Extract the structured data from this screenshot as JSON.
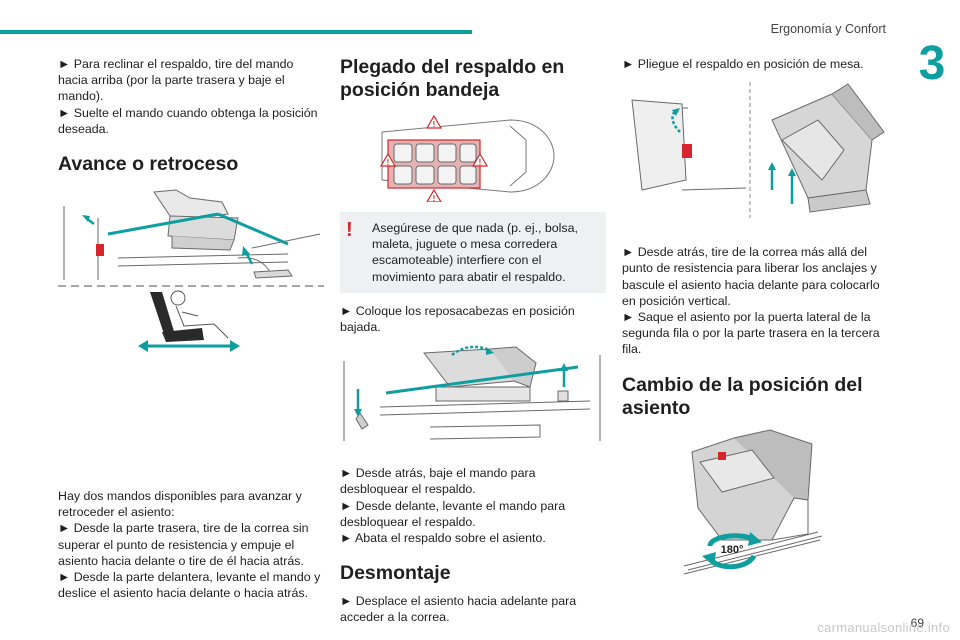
{
  "header": {
    "title": "Ergonomía y Confort",
    "chapter": "3"
  },
  "col1": {
    "intro": [
      "► Para reclinar el respaldo, tire del mando hacia arriba (por la parte trasera y baje el mando).",
      "► Suelte el mando cuando obtenga la posición deseada."
    ],
    "heading": "Avance o retroceso",
    "body": [
      "Hay dos mandos disponibles para avanzar y retroceder el asiento:",
      "► Desde la parte trasera, tire de la correa sin superar el punto de resistencia y empuje el asiento hacia delante o tire de él hacia atrás.",
      "► Desde la parte delantera, levante el mando y deslice el asiento hacia delante o hacia atrás."
    ]
  },
  "col2": {
    "heading": "Plegado del respaldo en posición bandeja",
    "warning": "Asegúrese de que nada (p. ej., bolsa, maleta, juguete o mesa corredera escamoteable) interfiere con el movimiento para abatir el respaldo.",
    "step1": "► Coloque los reposacabezas en posición bajada.",
    "steps": [
      "► Desde atrás, baje el mando para desbloquear el respaldo.",
      "► Desde delante, levante el mando para desbloquear el respaldo.",
      "► Abata el respaldo sobre el asiento."
    ],
    "heading2": "Desmontaje",
    "step_final": "► Desplace el asiento hacia adelante para acceder a la correa."
  },
  "col3": {
    "step1": "► Pliegue el respaldo en posición de mesa.",
    "steps": [
      "► Desde atrás, tire de la correa más allá del punto de resistencia para liberar los anclajes y bascule el asiento hacia delante para colocarlo en posición vertical.",
      "► Saque el asiento por la puerta lateral de la segunda fila o por la parte trasera en la tercera fila."
    ],
    "heading": "Cambio de la posición del asiento",
    "rotation_label": "180°"
  },
  "footer": {
    "page": "69",
    "watermark": "carmanualsonline.info"
  },
  "colors": {
    "accent": "#0f9ea0",
    "warning": "#d7262b"
  }
}
